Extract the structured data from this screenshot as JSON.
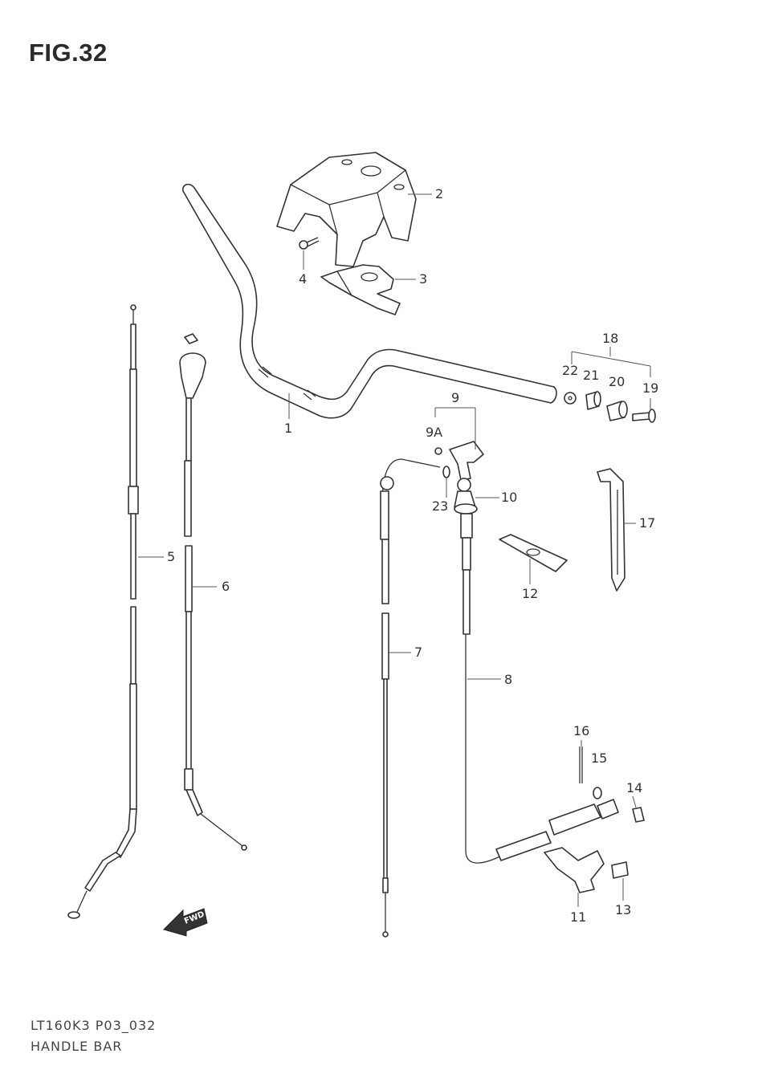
{
  "figure": {
    "title": "FIG.32"
  },
  "footer": {
    "code": "LT160K3 P03_032",
    "name": "HANDLE BAR"
  },
  "callouts": [
    {
      "id": "1",
      "label": "1"
    },
    {
      "id": "2",
      "label": "2"
    },
    {
      "id": "3",
      "label": "3"
    },
    {
      "id": "4",
      "label": "4"
    },
    {
      "id": "5",
      "label": "5"
    },
    {
      "id": "6",
      "label": "6"
    },
    {
      "id": "7",
      "label": "7"
    },
    {
      "id": "8",
      "label": "8"
    },
    {
      "id": "9",
      "label": "9"
    },
    {
      "id": "9A",
      "label": "9A"
    },
    {
      "id": "10",
      "label": "10"
    },
    {
      "id": "11",
      "label": "11"
    },
    {
      "id": "12",
      "label": "12"
    },
    {
      "id": "13",
      "label": "13"
    },
    {
      "id": "14",
      "label": "14"
    },
    {
      "id": "15",
      "label": "15"
    },
    {
      "id": "16",
      "label": "16"
    },
    {
      "id": "17",
      "label": "17"
    },
    {
      "id": "18",
      "label": "18"
    },
    {
      "id": "19",
      "label": "19"
    },
    {
      "id": "20",
      "label": "20"
    },
    {
      "id": "21",
      "label": "21"
    },
    {
      "id": "22",
      "label": "22"
    },
    {
      "id": "23",
      "label": "23"
    }
  ],
  "direction_arrow": {
    "label": "FWD",
    "icon": "forward-arrow-icon"
  }
}
